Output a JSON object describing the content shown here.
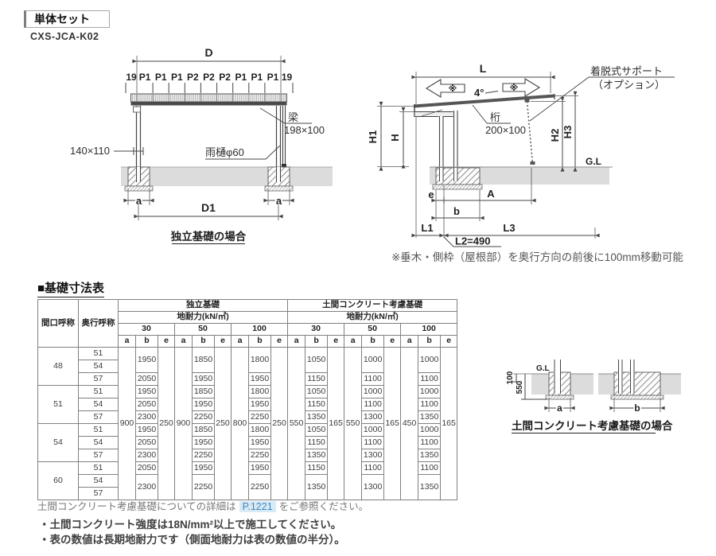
{
  "page": {
    "title": "単体セット",
    "model": "CXS-JCA-K02"
  },
  "front_view": {
    "dim_total": "D",
    "edge_left": "19",
    "edge_right": "19",
    "pitches": [
      "P1",
      "P1",
      "P1",
      "P2",
      "P2",
      "P2",
      "P1",
      "P1",
      "P1"
    ],
    "post_size": "140×110",
    "beam_name": "梁",
    "beam_size": "198×100",
    "gutter_label": "雨樋φ60",
    "footing_left": "a",
    "footing_right": "a",
    "dim_span": "D1",
    "caption": "独立基礎の場合"
  },
  "side_view": {
    "dim_total": "L",
    "move_mark_left": "※",
    "move_mark_right": "※",
    "slope": "4°",
    "support_line1": "着脱式サポート",
    "support_line2": "（オプション）",
    "girder_name": "桁",
    "girder_size": "200×100",
    "dim_h1": "H1",
    "dim_h": "H",
    "dim_h2": "H2",
    "dim_h3": "H3",
    "ground_level": "G.L",
    "dim_e": "e",
    "dim_a": "A",
    "dim_b": "b",
    "dim_l1": "L1",
    "dim_l3": "L3",
    "dim_l2": "L2=490",
    "note": "※垂木・側枠（屋根部）を奥行方向の前後に100mm移動可能"
  },
  "foundation_detail": {
    "ground_level": "G.L",
    "dim_100": "100",
    "dim_550": "550",
    "dim_a": "a",
    "dim_b": "b",
    "caption": "土間コンクリート考慮基礎の場合"
  },
  "table": {
    "title": "■基礎寸法表",
    "header": {
      "maguchi": "間口呼称",
      "okuyuki": "奥行呼称",
      "group1": "独立基礎",
      "group2": "土間コンクリート考慮基礎",
      "load_label1": "地耐力(kN/㎡)",
      "load_label2": "地耐力(kN/㎡)",
      "loads1": [
        "30",
        "50",
        "100"
      ],
      "loads2": [
        "30",
        "50",
        "100"
      ],
      "abe": [
        "a",
        "b",
        "e"
      ]
    },
    "a_values": [
      "900",
      "900",
      "800",
      "550",
      "550",
      "450"
    ],
    "e_values": [
      "250",
      "250",
      "250",
      "165",
      "165",
      "165"
    ],
    "rows": [
      {
        "maguchi": "48",
        "oku": "51",
        "b": [
          "1950",
          "1850",
          "1800",
          "1050",
          "1000",
          "1000"
        ]
      },
      {
        "oku": "54"
      },
      {
        "oku": "57",
        "b": [
          "2050",
          "1950",
          "1950",
          "1150",
          "1100",
          "1100"
        ]
      },
      {
        "maguchi": "51",
        "oku": "51",
        "b": [
          "1950",
          "1850",
          "1800",
          "1050",
          "1000",
          "1000"
        ]
      },
      {
        "oku": "54",
        "b": [
          "2050",
          "1950",
          "1950",
          "1150",
          "1100",
          "1100"
        ]
      },
      {
        "oku": "57",
        "b": [
          "2300",
          "2250",
          "2250",
          "1350",
          "1300",
          "1350"
        ]
      },
      {
        "maguchi": "54",
        "oku": "51",
        "b": [
          "1950",
          "1850",
          "1800",
          "1050",
          "1000",
          "1000"
        ]
      },
      {
        "oku": "54",
        "b": [
          "2050",
          "1950",
          "1950",
          "1150",
          "1100",
          "1100"
        ]
      },
      {
        "oku": "57",
        "b": [
          "2300",
          "2250",
          "2250",
          "1350",
          "1300",
          "1350"
        ]
      },
      {
        "maguchi": "60",
        "oku": "51",
        "b": [
          "2050",
          "1950",
          "1950",
          "1150",
          "1100",
          "1100"
        ]
      },
      {
        "oku": "54",
        "b": [
          "2300",
          "2250",
          "2250",
          "1350",
          "1300",
          "1350"
        ]
      },
      {
        "oku": "57"
      }
    ],
    "footnote_pre": "土間コンクリート考慮基礎についての詳細は",
    "footnote_link": "P.1221",
    "footnote_post": "をご参照ください。",
    "link_color": "#3f86c0",
    "link_bg": "#d8eaf6"
  },
  "notes": [
    "・土間コンクリート強度は18N/mm²以上で施工してください。",
    "・表の数値は長期地耐力です（側面地耐力は表の数値の半分）。"
  ]
}
